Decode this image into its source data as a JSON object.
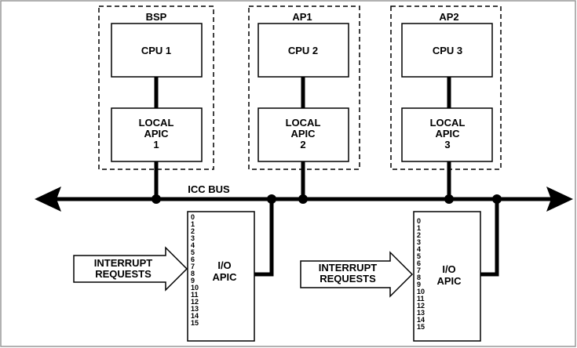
{
  "processors": [
    {
      "group_label": "BSP",
      "cpu_label": "CPU 1",
      "apic_lines": [
        "LOCAL",
        "APIC",
        "1"
      ]
    },
    {
      "group_label": "AP1",
      "cpu_label": "CPU 2",
      "apic_lines": [
        "LOCAL",
        "APIC",
        "2"
      ]
    },
    {
      "group_label": "AP2",
      "cpu_label": "CPU 3",
      "apic_lines": [
        "LOCAL",
        "APIC",
        "3"
      ]
    }
  ],
  "bus": {
    "label": "ICC BUS"
  },
  "io_apics": [
    {
      "title_lines": [
        "I/O",
        "APIC"
      ],
      "pins": [
        "0",
        "1",
        "2",
        "3",
        "4",
        "5",
        "6",
        "7",
        "8",
        "9",
        "10",
        "11",
        "12",
        "13",
        "14",
        "15"
      ],
      "input_label_lines": [
        "INTERRUPT",
        "REQUESTS"
      ]
    },
    {
      "title_lines": [
        "I/O",
        "APIC"
      ],
      "pins": [
        "0",
        "1",
        "2",
        "3",
        "4",
        "5",
        "6",
        "7",
        "8",
        "9",
        "10",
        "11",
        "12",
        "13",
        "14",
        "15"
      ],
      "input_label_lines": [
        "INTERRUPT",
        "REQUESTS"
      ]
    }
  ],
  "colors": {
    "line": "#000000",
    "background": "#ffffff"
  }
}
